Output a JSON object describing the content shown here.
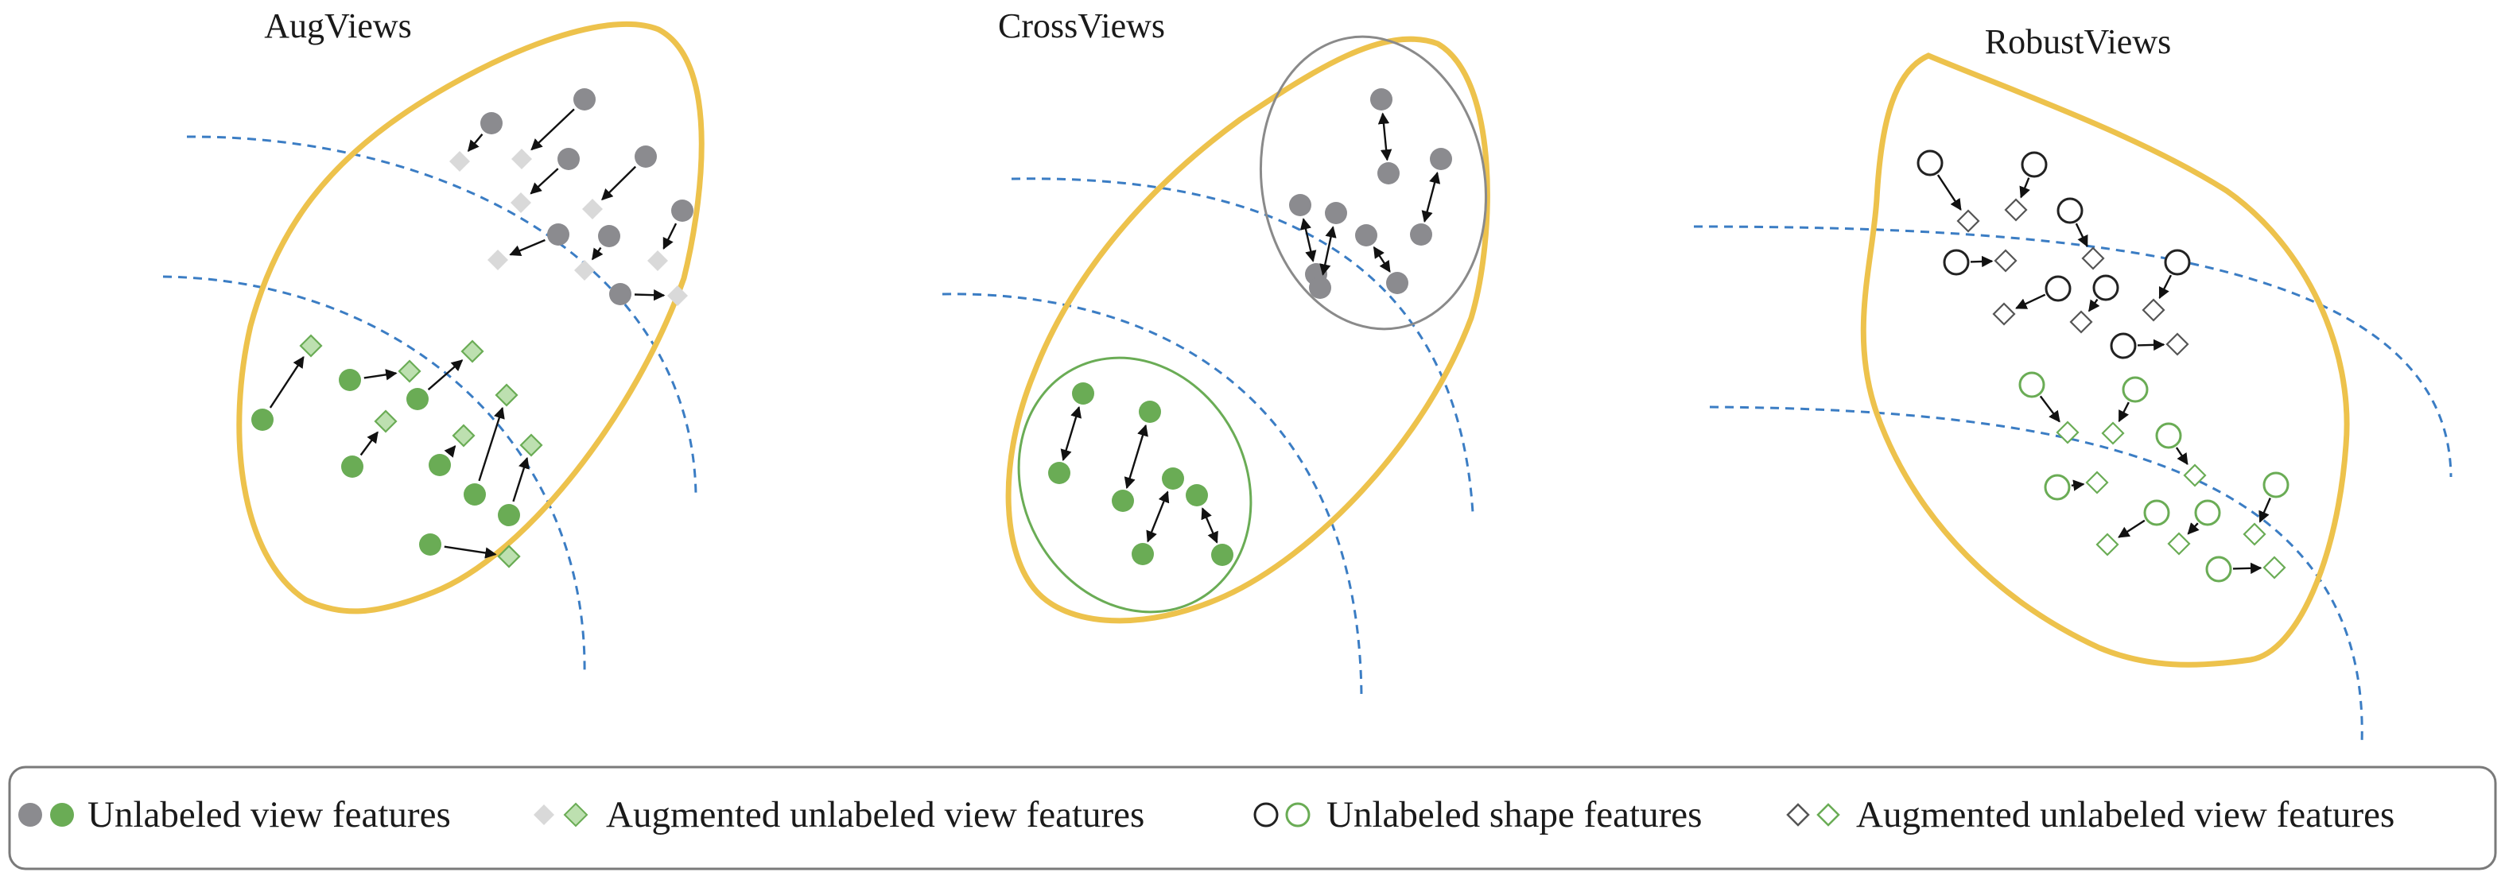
{
  "panels": [
    {
      "title": "AugViews"
    },
    {
      "title": "CrossViews"
    },
    {
      "title": "RobustViews"
    }
  ],
  "legend": {
    "items": [
      {
        "label": "Unlabeled view features",
        "icon": "filled-circles-icon"
      },
      {
        "label": "Augmented unlabeled view features",
        "icon": "filled-diamonds-icon"
      },
      {
        "label": "Unlabeled shape features",
        "icon": "hollow-circles-icon"
      },
      {
        "label": "Augmented unlabeled view features",
        "icon": "hollow-diamonds-icon"
      }
    ]
  },
  "colors": {
    "unlabeled_gray": "#8b8b8f",
    "unlabeled_green": "#6aac55",
    "augmented_gray": "#d9d9d9",
    "augmented_green": "#bde0b0",
    "region_outline": "#edc24c",
    "decision_boundary": "#3b7dc4",
    "cluster_gray_outline": "#8a8a8a",
    "cluster_green_outline": "#6aac55"
  }
}
